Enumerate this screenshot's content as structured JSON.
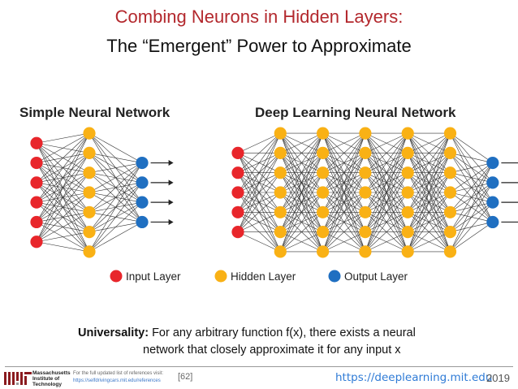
{
  "slide": {
    "title_line1": "Combing Neurons in Hidden Layers:",
    "title_line2": "The “Emergent” Power to Approximate"
  },
  "diagram": {
    "simple_title": "Simple Neural Network",
    "deep_title": "Deep Learning Neural Network",
    "colors": {
      "input": "#e8262b",
      "hidden": "#f9b115",
      "output": "#1f6fc1",
      "edge": "#333333"
    },
    "simple": {
      "layers": [
        6,
        7,
        4
      ]
    },
    "deep": {
      "layers": [
        5,
        7,
        7,
        7,
        7,
        7,
        4
      ]
    },
    "legend": [
      {
        "label": "Input Layer",
        "color": "#e8262b"
      },
      {
        "label": "Hidden Layer",
        "color": "#f9b115"
      },
      {
        "label": "Output Layer",
        "color": "#1f6fc1"
      }
    ]
  },
  "universality": {
    "key": "Universality:",
    "line1": " For any arbitrary function f(x), there exists a neural",
    "line2": "network that closely approximate it for any input x"
  },
  "footer": {
    "mit_lines": [
      "Massachusetts",
      "Institute of",
      "Technology"
    ],
    "ref_text": "For the full updated list of references visit:",
    "ref_link": "https://selfdrivingcars.mit.edu/references",
    "ref_num": "[62]",
    "url": "https://deeplearning.mit.edu",
    "year": "2019"
  }
}
